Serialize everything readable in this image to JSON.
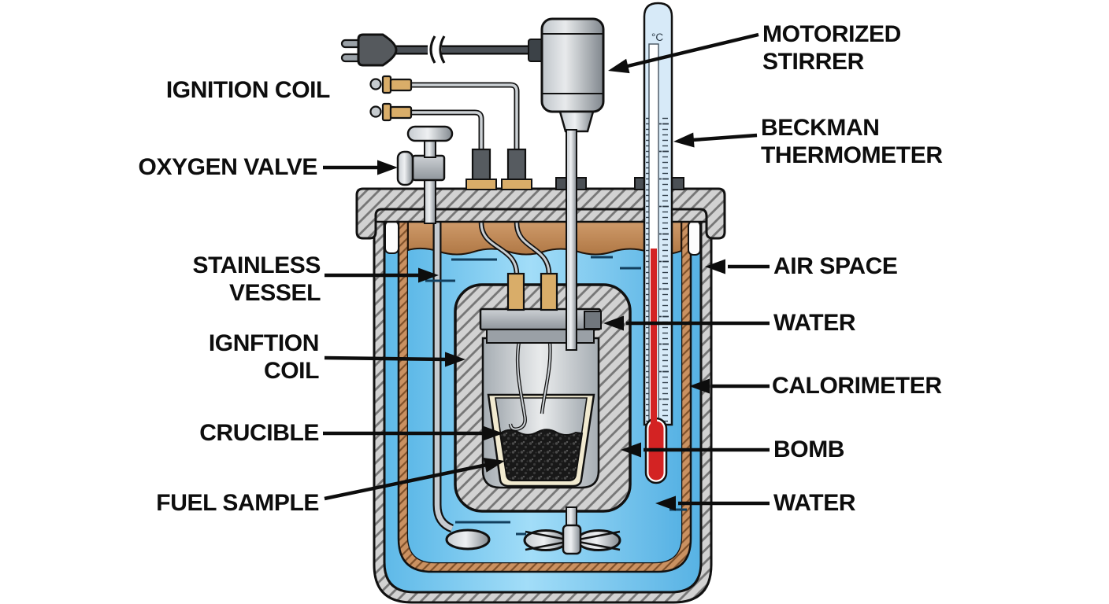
{
  "diagram": {
    "name": "Bomb calorimeter cross-section diagram",
    "labels": {
      "ignition_coil_top": {
        "text": "IGNITION COIL"
      },
      "oxygen_valve": {
        "text": "OXYGEN VALVE"
      },
      "stainless_vessel": {
        "text": "STAINLESS\nVESSEL"
      },
      "ignftion_coil": {
        "text": "IGNFTION\nCOIL"
      },
      "crucible": {
        "text": "CRUCIBLE"
      },
      "fuel_sample": {
        "text": "FUEL SAMPLE"
      },
      "motorized_stirrer": {
        "text": "MOTORIZED\nSTIRRER"
      },
      "beckman_thermometerریال": null,
      "beckman_thermometer": {
        "text": "BECKMAN\nTHERMOMETER"
      },
      "air_space": {
        "text": "AIR SPACE"
      },
      "water_upper": {
        "text": "WATER"
      },
      "calorimeter": {
        "text": "CALORIMETER"
      },
      "bomb": {
        "text": "BOMB"
      },
      "water_lower": {
        "text": "WATER"
      }
    },
    "thermometer": {
      "unit": "°C"
    },
    "colors": {
      "water_blue": "#6fc4ee",
      "copper": "#c89160",
      "steel_hatch_gray": "#d2d2d2",
      "metal_gray": "#c6cbd0",
      "terminal_tan": "#d9ad69",
      "mercury_red": "#d32323",
      "label_text": "#0d0d0d"
    }
  }
}
